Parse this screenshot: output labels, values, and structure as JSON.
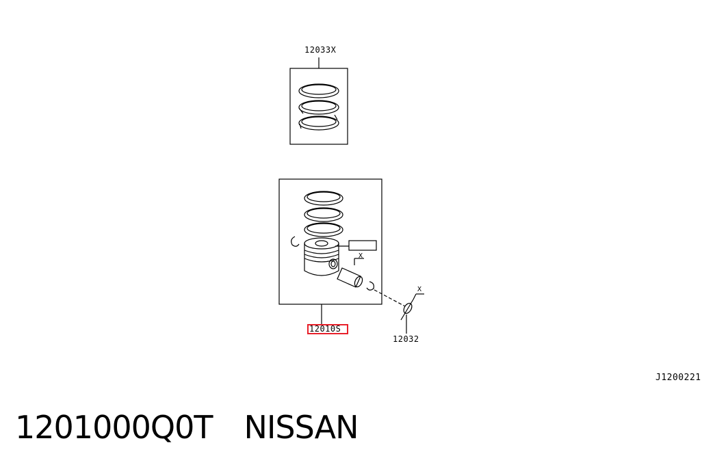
{
  "diagram": {
    "labels": {
      "ring_set": "12033X",
      "piston_assembly": "12010S",
      "snap_ring": "12032",
      "pin_mark": "X",
      "clip_mark": "X",
      "reference": "J1200221"
    },
    "highlight_color": "#e8202a"
  },
  "caption": {
    "part_number": "1201000Q0T",
    "brand": "NISSAN"
  }
}
